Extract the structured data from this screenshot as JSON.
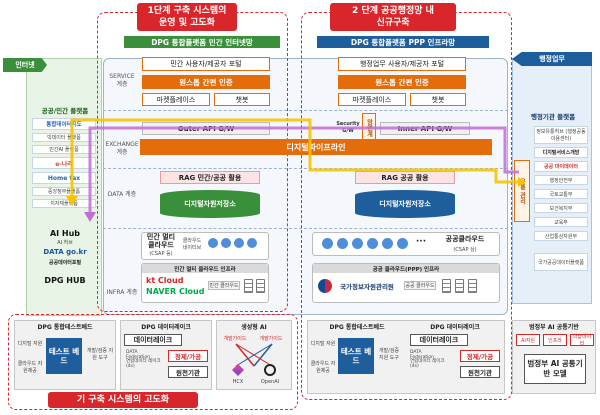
{
  "banners": {
    "private_line1": "1단계 구축 시스템의",
    "private_line2": "운영 및 고도화",
    "public_line1": "2 단계 공공행정망 내",
    "public_line2": "신규구축",
    "legacy": "기 구축 시스템의 고도화"
  },
  "left_side": {
    "header": "인터넷",
    "title": "공공/민간 플랫폼",
    "items": [
      "통합데이터지도",
      "빅데이터 플랫폼",
      "민간AI 플랫폼",
      "e-나라",
      "Home tax",
      "중앙정부플랫폼",
      "지자체플랫폼"
    ],
    "logos": [
      "AI Hub",
      "AI 허브",
      "DATA go.kr",
      "공공데이터포털",
      "DPG HUB"
    ]
  },
  "right_side": {
    "header": "행정업무",
    "title": "행정기관 플랫폼",
    "items": [
      "정보유통허브 (행정공동이용센터)",
      "디지털서비스개방",
      "공공 마이데이터",
      "행정안전부",
      "국토교통부",
      "보건복지부",
      "교육부",
      "산업통상자원부",
      "국가공공데이터플랫폼"
    ],
    "vertical": "유통 관리"
  },
  "private": {
    "title": "DPG 통합플랫폼 민간 인터넷망",
    "portal": "민간 사용자/제공자 포털",
    "auth": "원스톱 간편 인증",
    "market": "마켓플레이스",
    "chatbot": "챗봇",
    "gateway": "Outer API G/W",
    "rag": "RAG 민간/공공 활용",
    "store": "디지털자원저장소",
    "cloud_title": "민간 멀티클라우드",
    "cloud_sub": "(CSAP 등)",
    "cloud_native": "클라우드 네이티브",
    "infra_title": "민간 멀티 클라우드 인프라",
    "kt": "kt Cloud",
    "naver": "NAVER Cloud",
    "private_cloud": "민간 클라우드"
  },
  "public": {
    "title": "DPG 통합플랫폼 PPP 인프라망",
    "portal": "행정업무 사용자/제공자 포털",
    "auth": "원스톱 간편 인증",
    "market": "마켓플레이스",
    "chatbot": "챗봇",
    "security": "Security G/W",
    "firewall": "망연계",
    "gateway": "Inner API G/W",
    "rag": "RAG 공공 활용",
    "store": "디지털자원저장소",
    "cloud_title": "공공클라우드",
    "cloud_sub": "(CSAP 상)",
    "infra_title": "공공 클라우드(PPP) 인프라",
    "nirs": "국가정보자원관리원",
    "public_cloud": "공공 클라우드"
  },
  "pipeline": "디지털파이프라인",
  "layers": {
    "service": "SERVICE 계층",
    "exchange": "EXCHANGE 계층",
    "data": "DATA 계층",
    "infra": "INFRA 계층"
  },
  "bottom": {
    "testbed_title": "DPG 통합테스트베드",
    "digital_resource": "디지털 자원",
    "cloud_resource": "클라우드 자원제공",
    "testbed": "테스트 베드",
    "dev_tools": "개발/검증 지원 도구",
    "datalake_title": "DPG 데이터레이크",
    "datalake": "데이터레이크",
    "refine": "정제/가공",
    "federation": "DATA Federation",
    "virtual": "연합데이터 레이크(4s)",
    "source": "원천기관",
    "genai_title": "생성형 AI",
    "hcx": "HCX",
    "openai": "OpenAI",
    "dev_guide": "개발가이드",
    "pub_testbed_title": "DPG 통합테스트베드",
    "pub_datalake_title": "DPG 데이터레이크",
    "gov_ai_title": "범정부 AI 공통기반",
    "ai_base": "범정부 AI 공통기반 모델",
    "res1": "AI자원",
    "res2": "인프라",
    "res3": "학습데이터"
  },
  "colors": {
    "red": "#d9262b",
    "green": "#3a8f3a",
    "blue": "#1f5e9c",
    "orange": "#e46c0a",
    "yellow": "#f5c400",
    "purple": "#c26cd6"
  }
}
